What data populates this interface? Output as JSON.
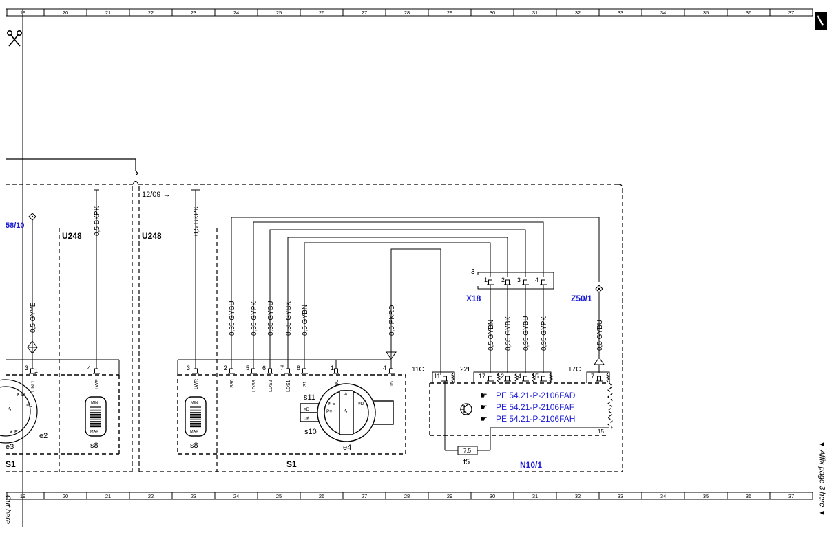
{
  "ruler": {
    "top": [
      "19",
      "20",
      "21",
      "22",
      "23",
      "24",
      "25",
      "26",
      "27",
      "28",
      "29",
      "30",
      "31",
      "32",
      "33",
      "34",
      "35",
      "36",
      "37"
    ],
    "bottom": [
      "19",
      "20",
      "21",
      "22",
      "23",
      "24",
      "25",
      "26",
      "27",
      "28",
      "29",
      "30",
      "31",
      "32",
      "33",
      "34",
      "35",
      "36",
      "37"
    ]
  },
  "cut_here": "Cut here",
  "affix_page": "▼ Affix page 3 here ▼",
  "icons": [
    "scissors-icon",
    "pen-icon",
    "diamond-connector-icon",
    "hand-pointer-icon",
    "transistor-icon",
    "resistor-icon"
  ],
  "colors": {
    "reference": "#1a1ad8",
    "line": "#000000"
  },
  "diagram": {
    "page_ref": "12/09 →",
    "ref_left": "58/10",
    "u248_left": "U248",
    "u248_right": "U248",
    "s1_left": "S1",
    "s1": "S1",
    "x18": "X18",
    "z50_1": "Z50/1",
    "n10_1": "N10/1",
    "e2": "e2",
    "e3": "e3",
    "e4": "e4",
    "s8_left": "s8",
    "s8": "s8",
    "s10": "s10",
    "s11": "s11",
    "f5": "f5",
    "f5_rating": "7,5",
    "wire_labels": {
      "gyye": "0,5 GYYE",
      "bkpk_left": "0,5 BKPK",
      "bkpk_right": "0,5 BKPK",
      "gybu_a": "0,35 GYBU",
      "gypk_a": "0,35 GYPK",
      "gybu_b": "0,35 GYBU",
      "gybk_a": "0,35 GYBK",
      "gybn_a": "0,5 GYBN",
      "pkrd": "0,5 PKRD",
      "gybn_b": "0,5 GYBN",
      "gybk_b": "0,35 GYBK",
      "gybu_c": "0,35 GYBU",
      "gypk_b": "0,35 GYPK",
      "gybu_d": "0,5 GYBU"
    },
    "pins": {
      "p3a": "3",
      "p1a": "1",
      "p4a": "4",
      "p3b": "3",
      "p2": "2",
      "p5": "5",
      "p6": "6",
      "p7": "7",
      "p8": "8",
      "p1b": "1",
      "p4b": "4",
      "x18_top": "3",
      "x18_1": "1",
      "x18_2": "2",
      "x18_3": "3",
      "x18_4": "4",
      "c11c": "11C",
      "c22i": "22I",
      "c17c": "17C",
      "n11": "11",
      "n17": "17",
      "n12": "12",
      "n14": "14",
      "n15": "15",
      "n7": "7",
      "n15b": "15"
    },
    "signals": {
      "lin": "LIN 1",
      "lwr_a": "LWR",
      "lwr_b": "LWR",
      "s86": "S86",
      "lds3": "LDS3",
      "lds2": "LDS2",
      "lds1": "LDS1",
      "s31": "31",
      "nc": "NC",
      "s15": "15"
    },
    "knob": {
      "min": "MIN",
      "max": "MAX"
    },
    "switch_marks": {
      "a": "A",
      "beam": "≡D",
      "fog": "≢D",
      "off": "0"
    },
    "refs": {
      "r1": "PE 54.21-P-2106FAD",
      "r2": "PE 54.21-P-2106FAF",
      "r3": "PE 54.21-P-2106FAH"
    }
  }
}
